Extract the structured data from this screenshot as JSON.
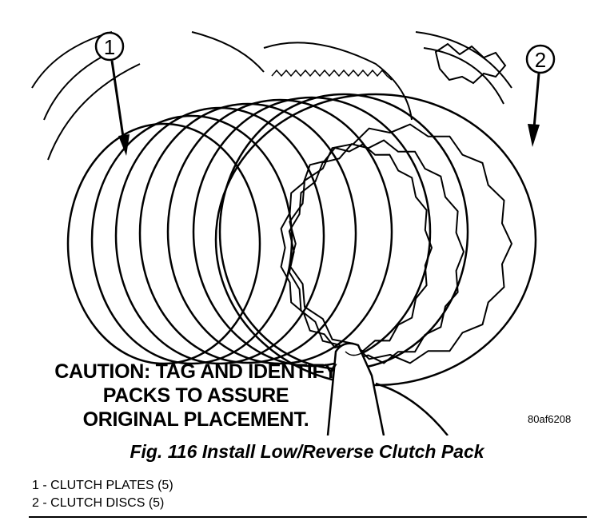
{
  "callouts": [
    "1",
    "2"
  ],
  "caution": {
    "line1": "CAUTION: TAG AND IDENTIFY",
    "line2": "PACKS TO ASSURE",
    "line3": "ORIGINAL PLACEMENT."
  },
  "figure_code": "80af6208",
  "caption": "Fig. 116 Install Low/Reverse Clutch Pack",
  "legend": [
    {
      "num": "1",
      "text": "- CLUTCH PLATES (5)"
    },
    {
      "num": "2",
      "text": "- CLUTCH DISCS (5)"
    }
  ]
}
